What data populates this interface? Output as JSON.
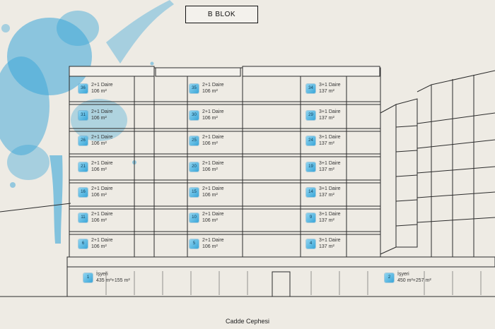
{
  "title": "B BLOK",
  "caption": "Cadde Cephesi",
  "colors": {
    "paper": "#eeebe4",
    "ink": "#2b2b2b",
    "accent": "#3aa6d8"
  },
  "left_units": [
    {
      "no": "36",
      "type": "2+1 Daire",
      "area": "106 m²"
    },
    {
      "no": "31",
      "type": "2+1 Daire",
      "area": "106 m²"
    },
    {
      "no": "26",
      "type": "2+1 Daire",
      "area": "106 m²"
    },
    {
      "no": "21",
      "type": "2+1 Daire",
      "area": "106 m²"
    },
    {
      "no": "16",
      "type": "2+1 Daire",
      "area": "106 m²"
    },
    {
      "no": "11",
      "type": "2+1 Daire",
      "area": "106 m²"
    },
    {
      "no": "6",
      "type": "2+1 Daire",
      "area": "106 m²"
    }
  ],
  "middle_units": [
    {
      "no": "35",
      "type": "2+1 Daire",
      "area": "106 m²"
    },
    {
      "no": "30",
      "type": "2+1 Daire",
      "area": "106 m²"
    },
    {
      "no": "25",
      "type": "2+1 Daire",
      "area": "106 m²"
    },
    {
      "no": "20",
      "type": "2+1 Daire",
      "area": "106 m²"
    },
    {
      "no": "15",
      "type": "2+1 Daire",
      "area": "106 m²"
    },
    {
      "no": "10",
      "type": "2+1 Daire",
      "area": "106 m²"
    },
    {
      "no": "5",
      "type": "2+1 Daire",
      "area": "106 m²"
    }
  ],
  "right_units": [
    {
      "no": "34",
      "type": "3+1 Daire",
      "area": "137 m²"
    },
    {
      "no": "29",
      "type": "3+1 Daire",
      "area": "137 m²"
    },
    {
      "no": "24",
      "type": "3+1 Daire",
      "area": "137 m²"
    },
    {
      "no": "19",
      "type": "3+1 Daire",
      "area": "137 m²"
    },
    {
      "no": "14",
      "type": "3+1 Daire",
      "area": "137 m²"
    },
    {
      "no": "9",
      "type": "3+1 Daire",
      "area": "137 m²"
    },
    {
      "no": "4",
      "type": "3+1 Daire",
      "area": "137 m²"
    }
  ],
  "shops": [
    {
      "no": "1",
      "type": "İşyeri",
      "area": "435 m²+155 m²"
    },
    {
      "no": "2",
      "type": "İşyeri",
      "area": "450 m²+257 m²"
    }
  ]
}
